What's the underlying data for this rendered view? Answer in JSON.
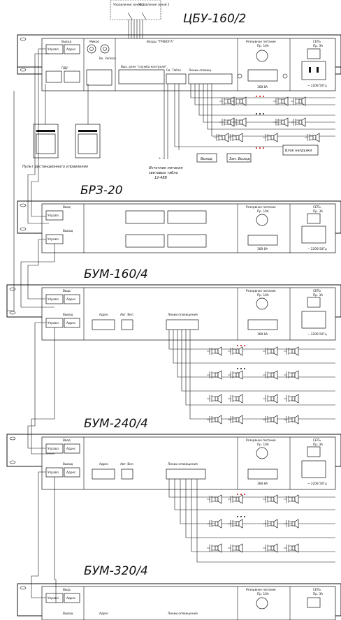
{
  "units": [
    {
      "id": "cbu",
      "title": "ЦБУ-160/2"
    },
    {
      "id": "brz",
      "title": "БРЗ-20"
    },
    {
      "id": "bum160",
      "title": "БУМ-160/4"
    },
    {
      "id": "bum240",
      "title": "БУМ-240/4"
    },
    {
      "id": "bum320",
      "title": "БУМ-320/4"
    }
  ],
  "top_labels": {
    "zone1": "Управление зоной 1",
    "zone2": "Управление зоной 2"
  },
  "panel": {
    "vyvod": "Вывод",
    "vvod": "Ввод",
    "upravl": "Управл.",
    "adres": "Адрес",
    "pdu": "ПДУ",
    "micro": "Микро",
    "vh_zapisi": "Вх. Записи",
    "zvuk_signaly": "Входы \"ТРЕВОГА\"",
    "rezerv": "Резервное питание",
    "pred": "Пр. 10А",
    "v36": "36В 8А",
    "set": "СЕТЬ",
    "set_pred": "Пр. 3А",
    "v220": "~ 220В 50Гц",
    "lineiny": "Линии оповещ.",
    "lineiny_full": "Линии оповещения",
    "vyh_rele": "Вых. реле \"служба контроля\"",
    "sv_tablo": "Св. Табло",
    "adres_label": "Адрес",
    "avt_vkl": "Авт. Вкл."
  },
  "labels": {
    "remote": "Пульт дистанционного управления",
    "power_src": "Источник питания световых табло 12-48В",
    "exit": "Выход",
    "spare_exit": "Зап. Выход",
    "load": "Блок нагрузки"
  }
}
